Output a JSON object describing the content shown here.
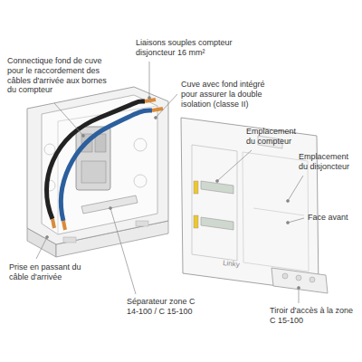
{
  "diagram": {
    "labels": [
      "Connectique fond de cuve pour le raccordement des câbles d'arrivée aux bornes du compteur",
      "Liaisons souples compteur disjoncteur 16 mm²",
      "Cuve avec fond intégré pour assurer la double isolation (classe II)",
      "Emplacement du compteur",
      "Emplacement du disjoncteur",
      "Face avant",
      "Prise en passant du câble d'arrivée",
      "Séparateur zone C 14-100 / C 15-100",
      "Tiroir d'accès à la zone C 15-100",
      "Linky"
    ]
  }
}
